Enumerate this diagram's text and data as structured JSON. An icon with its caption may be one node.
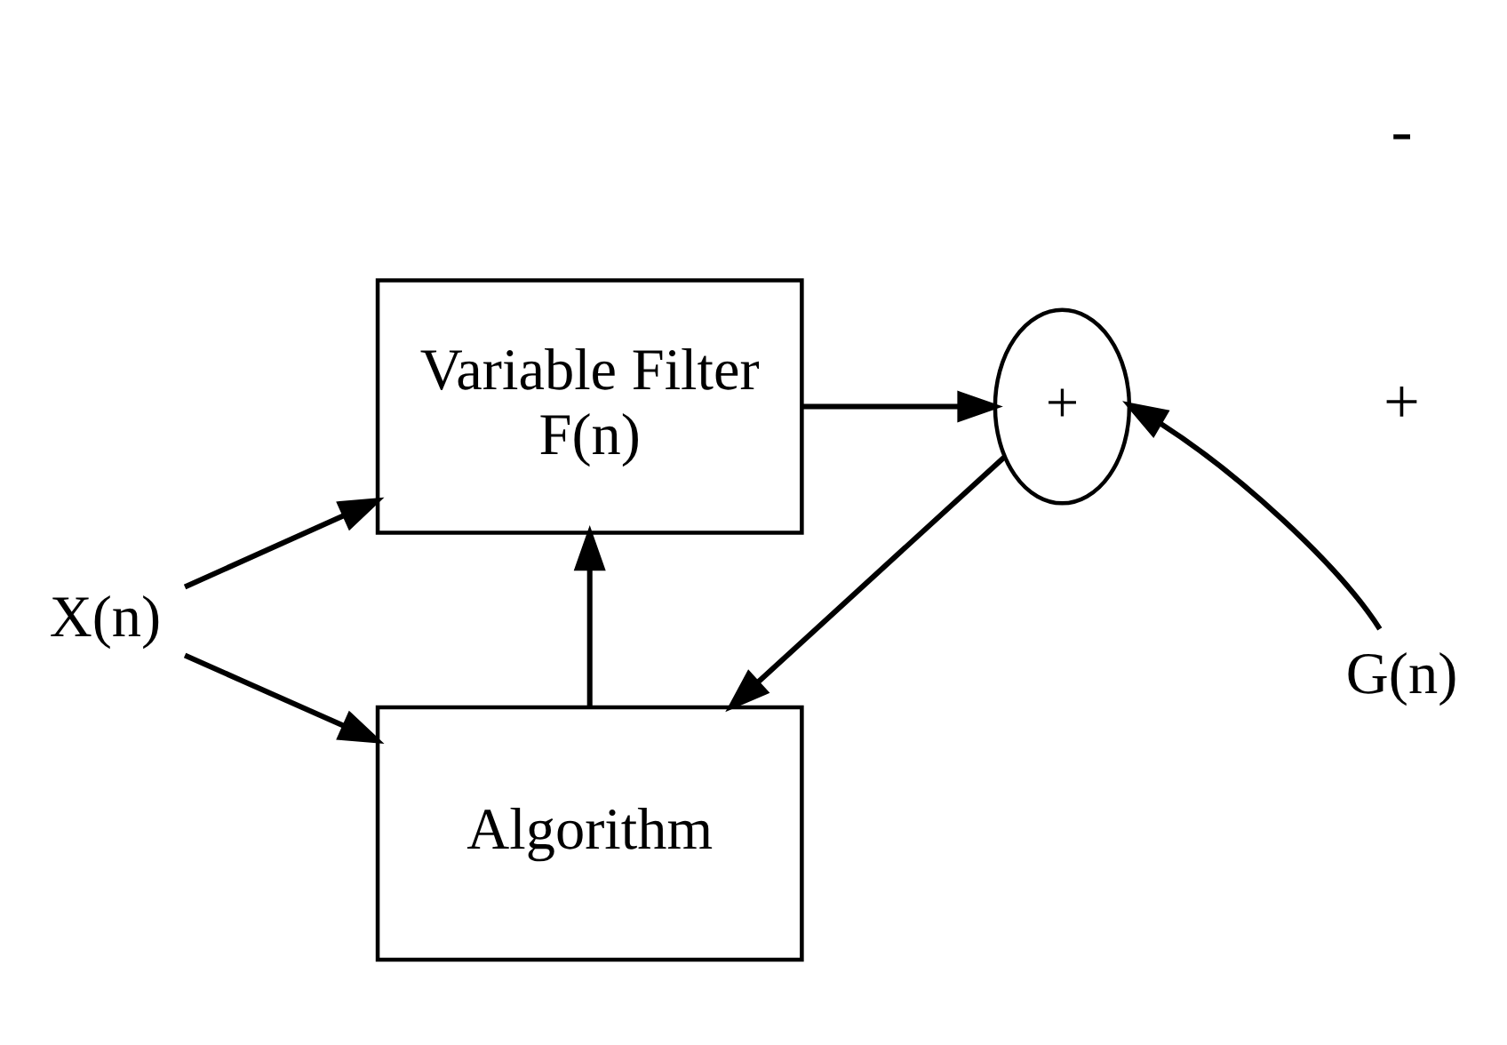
{
  "diagram": {
    "nodes": [
      {
        "text": [
          "X(n)"
        ]
      },
      {
        "text": [
          "Variable Filter",
          "F(n)"
        ]
      },
      {
        "text": [
          "+"
        ],
        "beside": [
          "-",
          "+"
        ]
      },
      {
        "text": [
          "G(n)"
        ]
      },
      {
        "text": [
          "Algorithm"
        ]
      }
    ],
    "edges": [
      {
        "from": 0,
        "to": 1,
        "arrow": "to"
      },
      {
        "from": 0,
        "to": 4,
        "arrow": "to"
      },
      {
        "from": 1,
        "to": 2,
        "arrow": "to"
      },
      {
        "from": 3,
        "to": 2,
        "arrow": "to"
      },
      {
        "from": 2,
        "to": 4,
        "arrow": "to"
      },
      {
        "from": 4,
        "to": 1,
        "arrow": "to"
      }
    ]
  }
}
